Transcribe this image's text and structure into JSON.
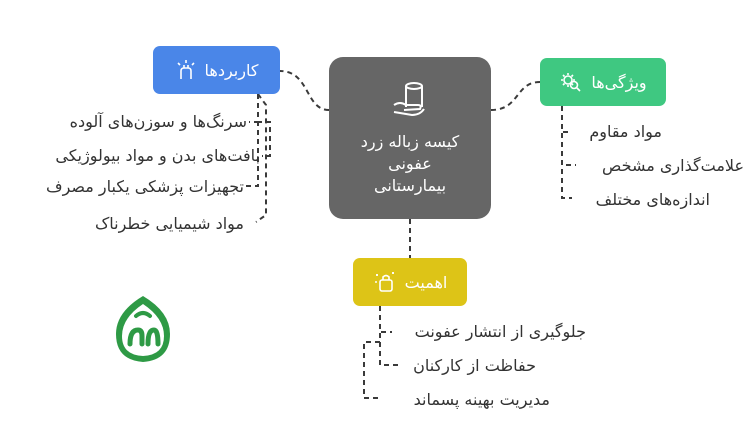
{
  "center": {
    "title_lines": [
      "کیسه زباله زرد",
      "عفونی",
      "بیمارستانی"
    ],
    "icon": "trash-bag-hand-icon"
  },
  "branches": {
    "applications": {
      "label": "کاربردها",
      "icon": "hand-bag-icon",
      "color": "#4a86e8",
      "items": [
        "سرنگ‌ها و سوزن‌های آلوده",
        "بافت‌های بدن و مواد بیولوژیکی",
        "تجهیزات پزشکی یکبار مصرف",
        "مواد شیمیایی خطرناک"
      ]
    },
    "features": {
      "label": "ویژگی‌ها",
      "icon": "gear-search-icon",
      "color": "#3fc881",
      "items": [
        "مواد مقاوم",
        "علامت‌گذاری مشخص",
        "اندازه‌های مختلف"
      ]
    },
    "importance": {
      "label": "اهمیت",
      "icon": "sparkle-bag-icon",
      "color": "#ddc417",
      "items": [
        "جلوگیری از انتشار عفونت",
        "حفاظت از کارکنان",
        "مدیریت بهینه پسماند"
      ]
    }
  },
  "logo": {
    "icon": "green-brand-logo-icon",
    "color": "#2e9a45"
  }
}
